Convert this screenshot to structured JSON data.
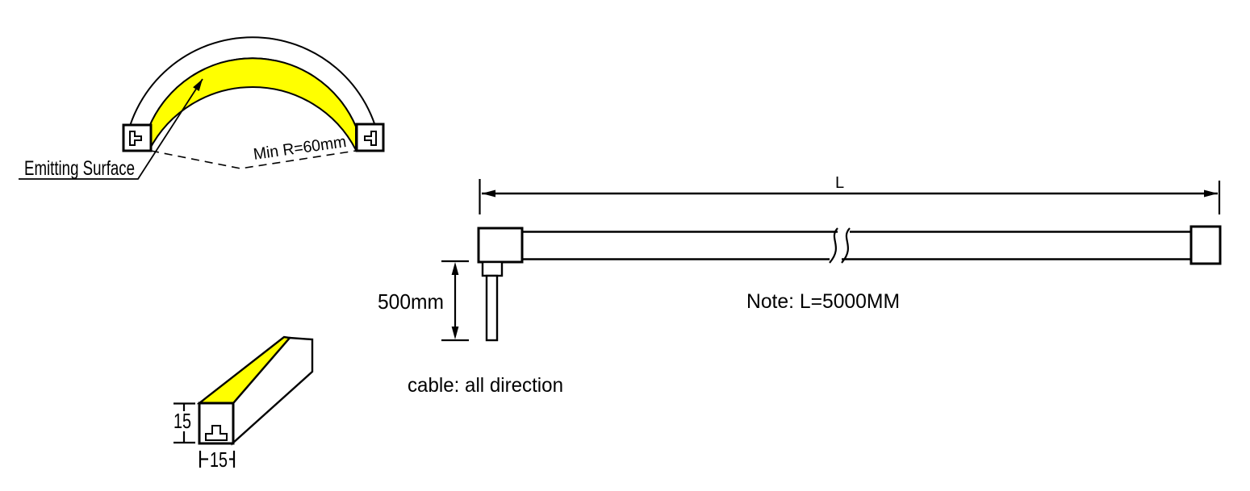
{
  "labels": {
    "emitting_surface": "Emitting Surface",
    "min_radius": "Min R=60mm",
    "length": "L",
    "note": "Note: L=5000MM",
    "cable_length": "500mm",
    "cable_direction": "cable: all direction",
    "section_height": "15",
    "section_width": "15"
  },
  "colors": {
    "emitting_surface": "#FFFF00",
    "line": "#000000",
    "background": "#FFFFFF"
  }
}
